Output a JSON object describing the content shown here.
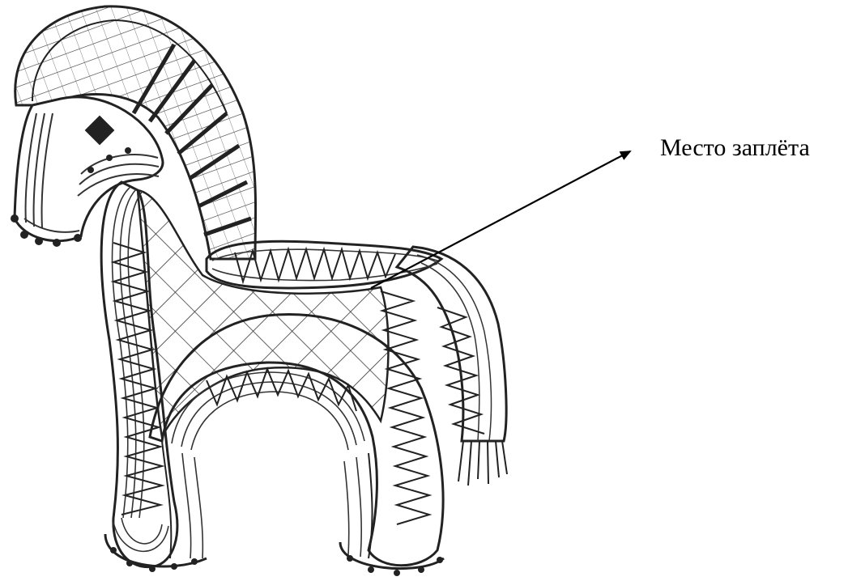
{
  "callout": {
    "label": "Место заплёта"
  },
  "colors": {
    "ink": "#2b2b2b",
    "arrow": "#000000",
    "paper": "#ffffff"
  },
  "figure": {
    "subject": "lace-horse-pattern",
    "icon": "horse-figure"
  }
}
